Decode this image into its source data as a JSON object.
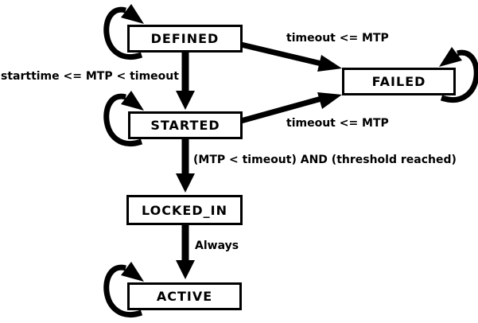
{
  "diagram": {
    "type": "state-machine",
    "colors": {
      "background": "#ffffff",
      "stroke": "#000000",
      "state_fill": "#ffffff",
      "text": "#000000"
    },
    "states": [
      {
        "id": "defined",
        "label": "DEFINED"
      },
      {
        "id": "failed",
        "label": "FAILED"
      },
      {
        "id": "started",
        "label": "STARTED"
      },
      {
        "id": "locked_in",
        "label": "LOCKED_IN"
      },
      {
        "id": "active",
        "label": "ACTIVE"
      }
    ],
    "transitions": [
      {
        "from": "DEFINED",
        "to": "FAILED",
        "label": "timeout <= MTP"
      },
      {
        "from": "DEFINED",
        "to": "STARTED",
        "label": "starttime <= MTP < timeout"
      },
      {
        "from": "STARTED",
        "to": "FAILED",
        "label": "timeout <= MTP"
      },
      {
        "from": "STARTED",
        "to": "LOCKED_IN",
        "label": "(MTP < timeout) AND (threshold reached)"
      },
      {
        "from": "LOCKED_IN",
        "to": "ACTIVE",
        "label": "Always"
      },
      {
        "from": "DEFINED",
        "to": "DEFINED",
        "label": ""
      },
      {
        "from": "STARTED",
        "to": "STARTED",
        "label": ""
      },
      {
        "from": "FAILED",
        "to": "FAILED",
        "label": ""
      },
      {
        "from": "ACTIVE",
        "to": "ACTIVE",
        "label": ""
      }
    ]
  }
}
